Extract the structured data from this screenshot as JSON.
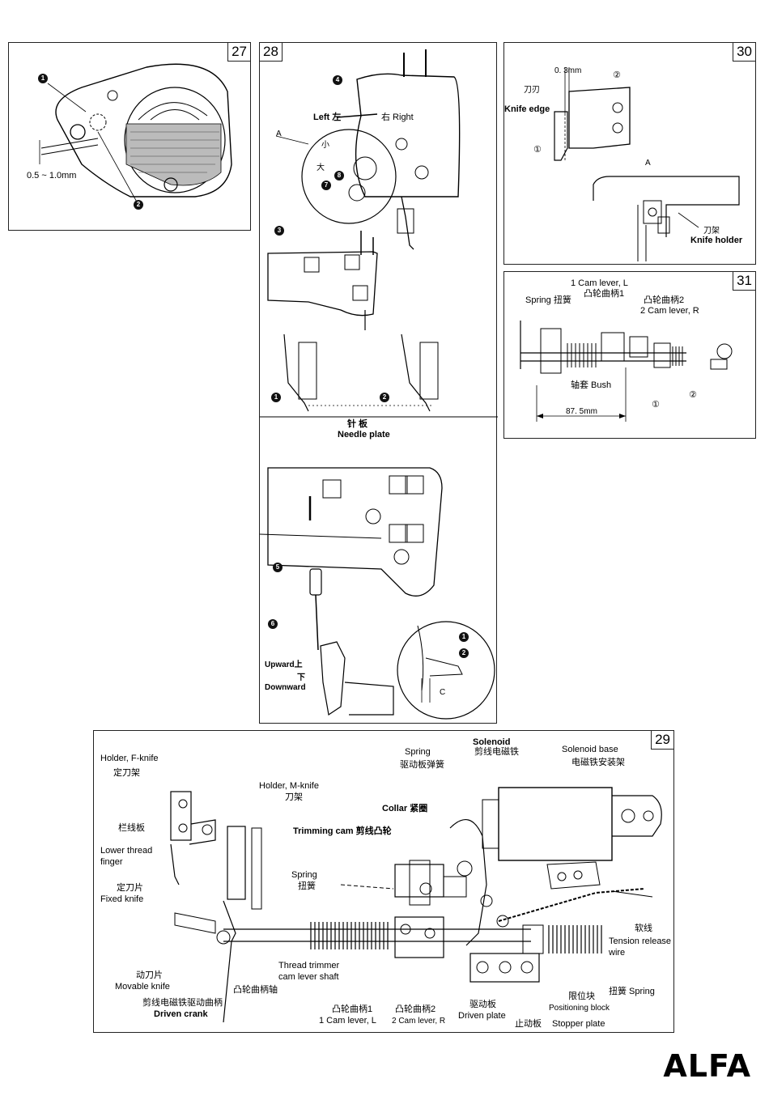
{
  "panel27": {
    "number": "27",
    "callout1": "1",
    "callout2": "2",
    "measurement": "0.5 ~ 1.0mm"
  },
  "panel28": {
    "number": "28",
    "left": "Left 左",
    "right": "右 Right",
    "label_a": "A",
    "small": "小",
    "large": "大",
    "callouts": [
      "4",
      "8",
      "7",
      "3",
      "1",
      "2",
      "5",
      "6",
      "1",
      "2"
    ],
    "needle_plate_cn": "针  板",
    "needle_plate_en": "Needle plate",
    "upward": "Upward上",
    "downward_cn": "下",
    "downward": "Downward",
    "label_c": "C"
  },
  "panel30": {
    "number": "30",
    "dimension": "0. 3mm",
    "knife_edge_cn": "刀刃",
    "knife_edge": "Knife edge",
    "circle2": "②",
    "circle1": "①",
    "label_a": "A",
    "knife_holder_cn": "刀架",
    "knife_holder": "Knife holder"
  },
  "panel31": {
    "number": "31",
    "cam_lever_l": "1 Cam lever, L",
    "cam_lever_l_cn": "凸轮曲柄1",
    "spring": "Spring 扭簧",
    "cam_lever_r_cn": "凸轮曲柄2",
    "cam_lever_r": "2 Cam lever, R",
    "bush": "轴套 Bush",
    "circle1": "①",
    "circle2": "②",
    "dimension": "87. 5mm"
  },
  "panel29": {
    "number": "29",
    "holder_f_knife": "Holder, F-knife",
    "holder_f_knife_cn": "定刀架",
    "holder_m_knife": "Holder, M-knife",
    "holder_m_knife_cn": "刀架",
    "lower_thread_finger_cn": "栏线板",
    "lower_thread_finger": "Lower thread",
    "lower_thread_finger2": "finger",
    "fixed_knife_cn": "定刀片",
    "fixed_knife": "Fixed knife",
    "trimming_cam": "Trimming cam 剪线凸轮",
    "spring_top": "Spring",
    "spring_top_cn": "驱动板弹簧",
    "collar": "Collar 紧圈",
    "solenoid": "Solenoid",
    "solenoid_cn": "剪线电磁铁",
    "solenoid_base": "Solenoid base",
    "solenoid_base_cn": "电磁铁安装架",
    "spring_left": "Spring",
    "spring_left_cn": "扭簧",
    "movable_knife_cn": "动刀片",
    "movable_knife": "Movable knife",
    "driven_crank_cn": "剪线电磁铁驱动曲柄",
    "driven_crank": "Driven crank",
    "shaft1": "Thread trimmer",
    "shaft2": "cam lever shaft",
    "shaft_cn": "凸轮曲柄轴",
    "cam_l_cn": "凸轮曲柄1",
    "cam_l": "1 Cam lever, L",
    "cam_r_cn": "凸轮曲柄2",
    "cam_r": "2 Cam lever, R",
    "driven_plate_cn": "驱动板",
    "driven_plate": "Driven plate",
    "positioning_cn": "限位块",
    "positioning": "Positioning block",
    "stopper_cn": "止动板",
    "stopper": "Stopper plate",
    "spring_right": "扭簧 Spring",
    "soft_wire_cn": "软线",
    "tension1": "Tension release",
    "tension2": "wire"
  },
  "logo": "ALFA"
}
